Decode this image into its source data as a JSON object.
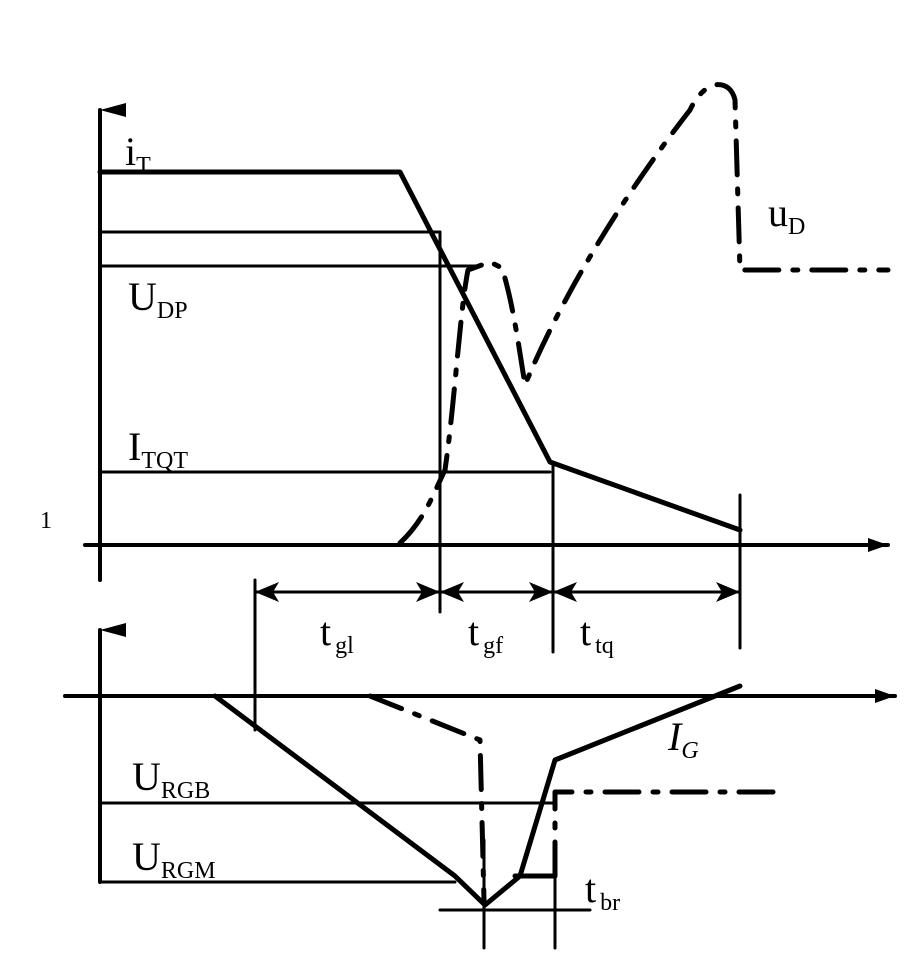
{
  "labels": {
    "iT": {
      "main": "i",
      "sub": "T"
    },
    "uD": {
      "main": "u",
      "sub": "D"
    },
    "UDP": {
      "main": "U",
      "sub": "DP"
    },
    "ITQT": {
      "main": "I",
      "sub": "TQT"
    },
    "one": "1",
    "tgl": {
      "main": "t",
      "sub": "gl"
    },
    "tgf": {
      "main": "t",
      "sub": "gf"
    },
    "ttq": {
      "main": "t",
      "sub": "tq"
    },
    "IG": {
      "main": "I",
      "sub": "G"
    },
    "URGB": {
      "main": "U",
      "sub": "RGB"
    },
    "URGM": {
      "main": "U",
      "sub": "RGM"
    },
    "tbr": {
      "main": "t",
      "sub": "br"
    }
  }
}
